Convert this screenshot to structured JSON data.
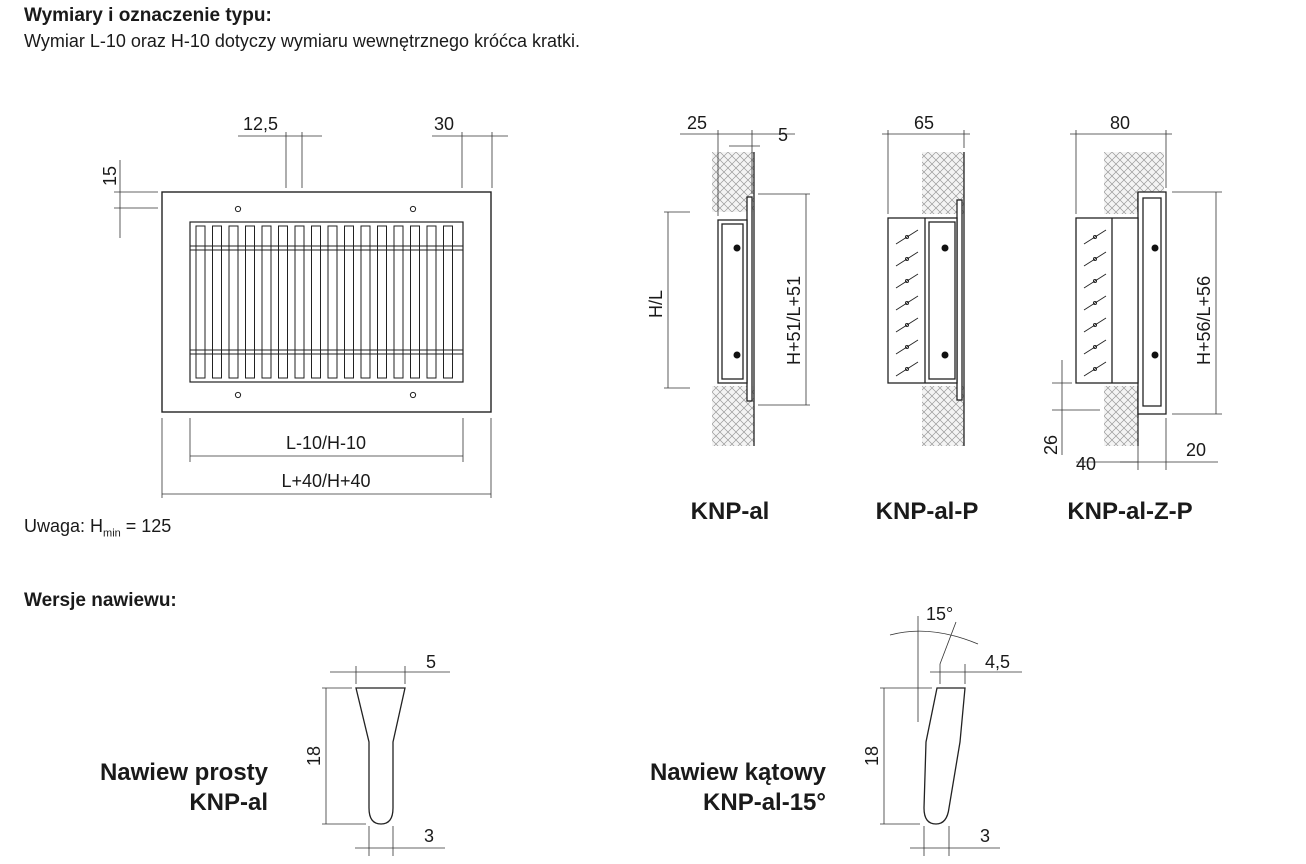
{
  "header": {
    "title": "Wymiary i oznaczenie typu:",
    "subtitle": "Wymiar L-10 oraz H-10 dotyczy wymiaru wewnętrznego króćca kratki."
  },
  "front_view": {
    "dim_slat_gap": "12,5",
    "dim_frame_right": "30",
    "dim_frame_top": "15",
    "dim_inner": "L-10/H-10",
    "dim_outer": "L+40/H+40"
  },
  "note": {
    "prefix": "Uwaga: H",
    "sub": "min",
    "suffix": " = 125"
  },
  "knp_al": {
    "caption": "KNP-al",
    "dim_depth": "25",
    "dim_flange": "5",
    "dim_hl": "H/L",
    "dim_height": "H+51/L+51"
  },
  "knp_al_p": {
    "caption": "KNP-al-P",
    "dim_depth": "65"
  },
  "knp_al_z_p": {
    "caption": "KNP-al-Z-P",
    "dim_depth": "80",
    "dim_height": "H+56/L+56",
    "dim_26": "26",
    "dim_40": "40",
    "dim_20": "20"
  },
  "section2": {
    "title": "Wersje nawiewu:"
  },
  "blade_straight": {
    "label_line1": "Nawiew prosty",
    "label_line2": "KNP-al",
    "dim_top": "5",
    "dim_height": "18",
    "dim_bottom": "3"
  },
  "blade_angled": {
    "label_line1": "Nawiew kątowy",
    "label_line2": "KNP-al-15°",
    "dim_angle": "15°",
    "dim_top": "4,5",
    "dim_height": "18",
    "dim_bottom": "3"
  }
}
